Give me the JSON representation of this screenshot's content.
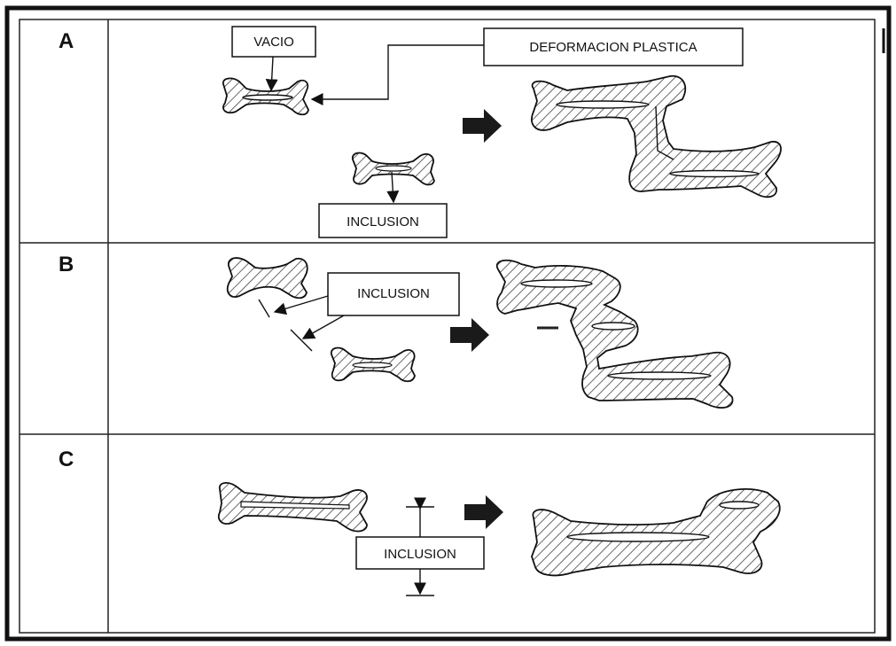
{
  "rows": [
    {
      "letter": "A"
    },
    {
      "letter": "B"
    },
    {
      "letter": "C"
    }
  ],
  "labels": {
    "vacio": "VACIO",
    "deformacion": "DEFORMACION PLASTICA",
    "inclusion_a": "INCLUSION",
    "inclusion_b": "INCLUSION",
    "inclusion_c": "INCLUSION"
  },
  "colors": {
    "ink": "#111111",
    "hatch": "#555555",
    "panel_bg": "#ffffff"
  }
}
